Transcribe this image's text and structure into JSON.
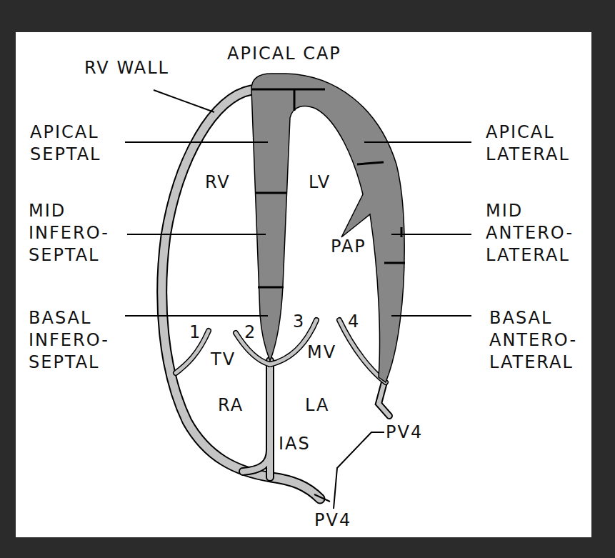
{
  "diagram": {
    "labels": [
      "APICAL CAP",
      "RV WALL",
      "APICAL SEPTAL",
      "APICAL LATERAL",
      "RV",
      "LV",
      "MID INFERO- SEPTAL",
      "MID ANTERO- LATERAL",
      "PAP",
      "BASAL INFERO- SEPTAL",
      "BASAL ANTERO- LATERAL",
      "1",
      "2",
      "3",
      "4",
      "TV",
      "MV",
      "RA",
      "LA",
      "PV4",
      "IAS",
      "PV4"
    ]
  }
}
